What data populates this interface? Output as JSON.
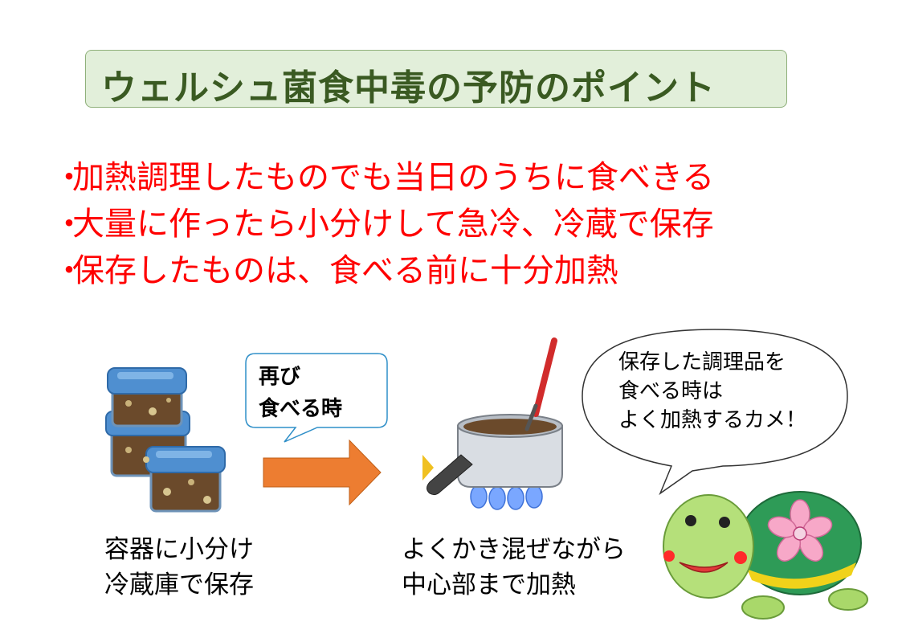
{
  "title": "ウェルシュ菌食中毒の予防のポイント",
  "points": [
    {
      "bullet": "・",
      "text": "加熱調理したものでも当日のうちに食べきる"
    },
    {
      "bullet": "・",
      "text": "大量に作ったら小分けして急冷、冷蔵で保存"
    },
    {
      "bullet": "・",
      "text": "保存したものは、食べる前に十分加熱"
    }
  ],
  "containers_caption": [
    "容器に小分け",
    "冷蔵庫で保存"
  ],
  "callout": [
    "再び",
    "食べる時"
  ],
  "pot_caption": [
    "よくかき混ぜながら",
    "中心部まで加熱"
  ],
  "speech_bubble": [
    "保存した調理品を",
    "食べる時は",
    "よく加熱するカメ！"
  ],
  "colors": {
    "title_bg": "#e2efda",
    "title_text": "#3a5a22",
    "points_text": "#ff0000",
    "arrow": "#ed7d31",
    "container_lid": "#4f8fd0"
  },
  "icons": [
    "food-containers-illustration",
    "right-arrow-icon",
    "cooking-pot-illustration",
    "turtle-mascot-illustration"
  ]
}
